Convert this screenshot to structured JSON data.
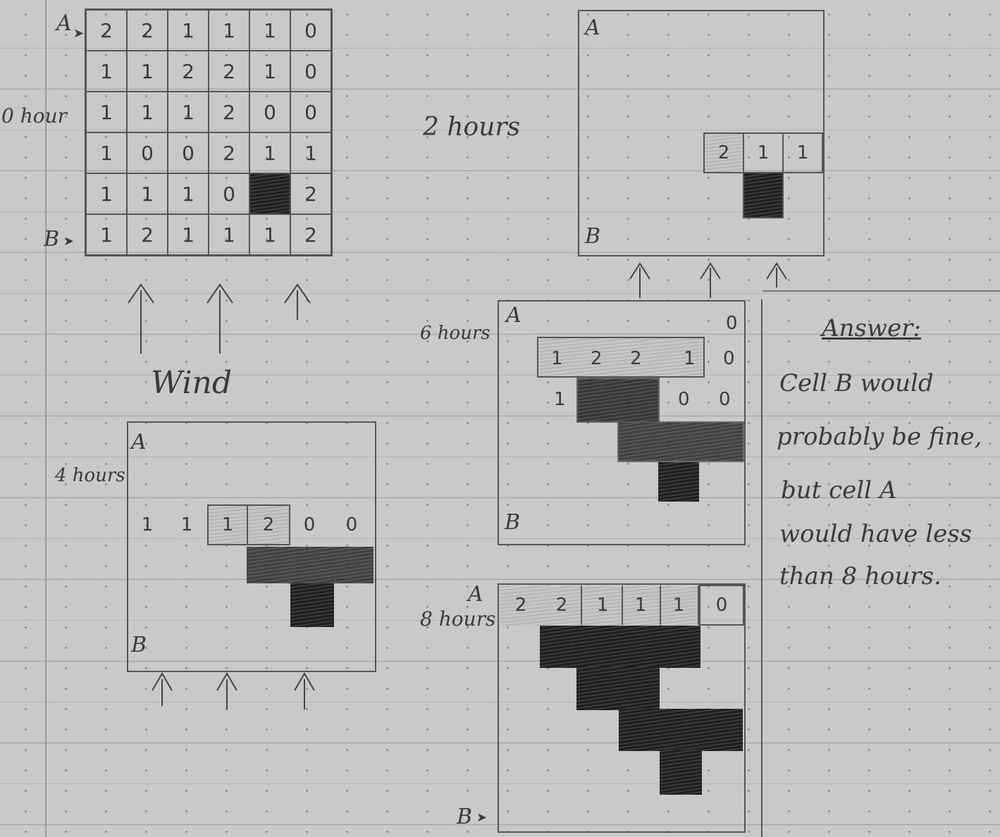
{
  "grid0": {
    "time_label": "0 hour",
    "row_a_label": "A",
    "row_b_label": "B",
    "cells": [
      [
        "2",
        "2",
        "1",
        "1",
        "1",
        "0"
      ],
      [
        "1",
        "1",
        "2",
        "2",
        "1",
        "0"
      ],
      [
        "1",
        "1",
        "1",
        "2",
        "0",
        "0"
      ],
      [
        "1",
        "0",
        "0",
        "2",
        "1",
        "1"
      ],
      [
        "1",
        "1",
        "1",
        "0",
        "",
        "2"
      ],
      [
        "1",
        "2",
        "1",
        "1",
        "1",
        "2"
      ]
    ]
  },
  "wind_label": "Wind",
  "grid2": {
    "time_label": "2 hours",
    "a": "A",
    "b": "B",
    "row": [
      "2",
      "1",
      "1"
    ]
  },
  "grid4": {
    "time_label": "4 hours",
    "a": "A",
    "b": "B",
    "row": [
      "1",
      "1",
      "1",
      "2",
      "0",
      "0"
    ]
  },
  "grid6": {
    "time_label": "6 hours",
    "a": "A",
    "b": "B",
    "top_right": "0",
    "row1": [
      "1",
      "2",
      "2",
      "1",
      "0"
    ],
    "row2": [
      "1",
      "0",
      "0"
    ]
  },
  "grid8": {
    "time_label": "8 hours",
    "a": "A",
    "b": "B",
    "row": [
      "2",
      "2",
      "1",
      "1",
      "1",
      "0"
    ]
  },
  "answer": {
    "heading": "Answer:",
    "lines": [
      "Cell B would",
      "probably be fine,",
      "but cell A",
      "would have less",
      "than 8 hours."
    ]
  }
}
